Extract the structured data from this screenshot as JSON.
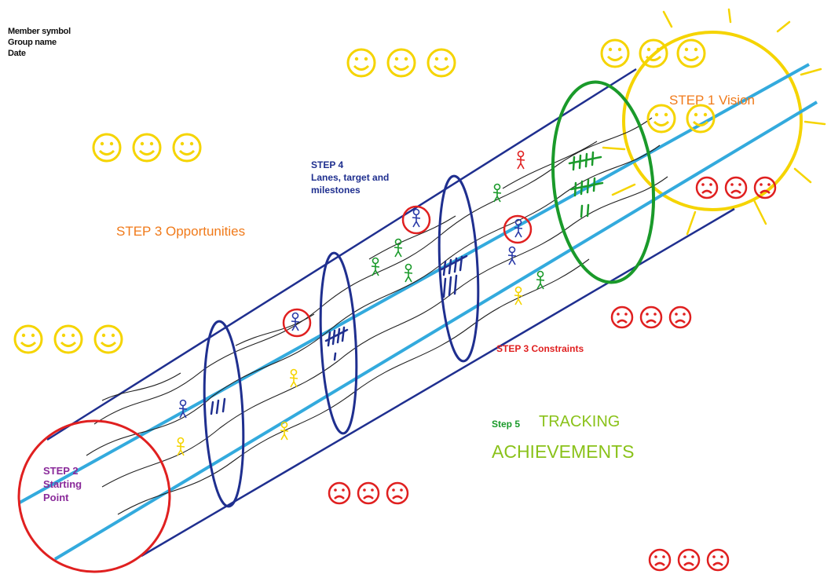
{
  "header_lines": [
    "Member symbol",
    "Group name",
    "Date"
  ],
  "labels": {
    "vision": "STEP 1 Vision",
    "starting_point": [
      "STEP 2",
      "Starting",
      "Point"
    ],
    "opportunities": "STEP 3 Opportunities",
    "constraints": "STEP 3 Constraints",
    "lanes": [
      "STEP 4",
      "Lanes, target and",
      "milestones"
    ],
    "step5": "Step 5",
    "tracking": "TRACKING",
    "achievements": "ACHIEVEMENTS"
  },
  "colors": {
    "tube": "#1f2f8f",
    "lane": "#33aadd",
    "smiley": "#f5d400",
    "frown": "#e02020",
    "vision_text": "#f07a1a",
    "start_text": "#8a2a9a",
    "lanes_text": "#1f2f8f",
    "step5_text": "#1a9a2a",
    "tracking_text": "#8ac21a",
    "milestone_green": "#1a9a2a",
    "start_circle": "#e02020"
  },
  "icons": [
    "smiley-icon",
    "frown-icon",
    "sun-icon",
    "stick-figure-icon",
    "tally-marks-icon"
  ]
}
